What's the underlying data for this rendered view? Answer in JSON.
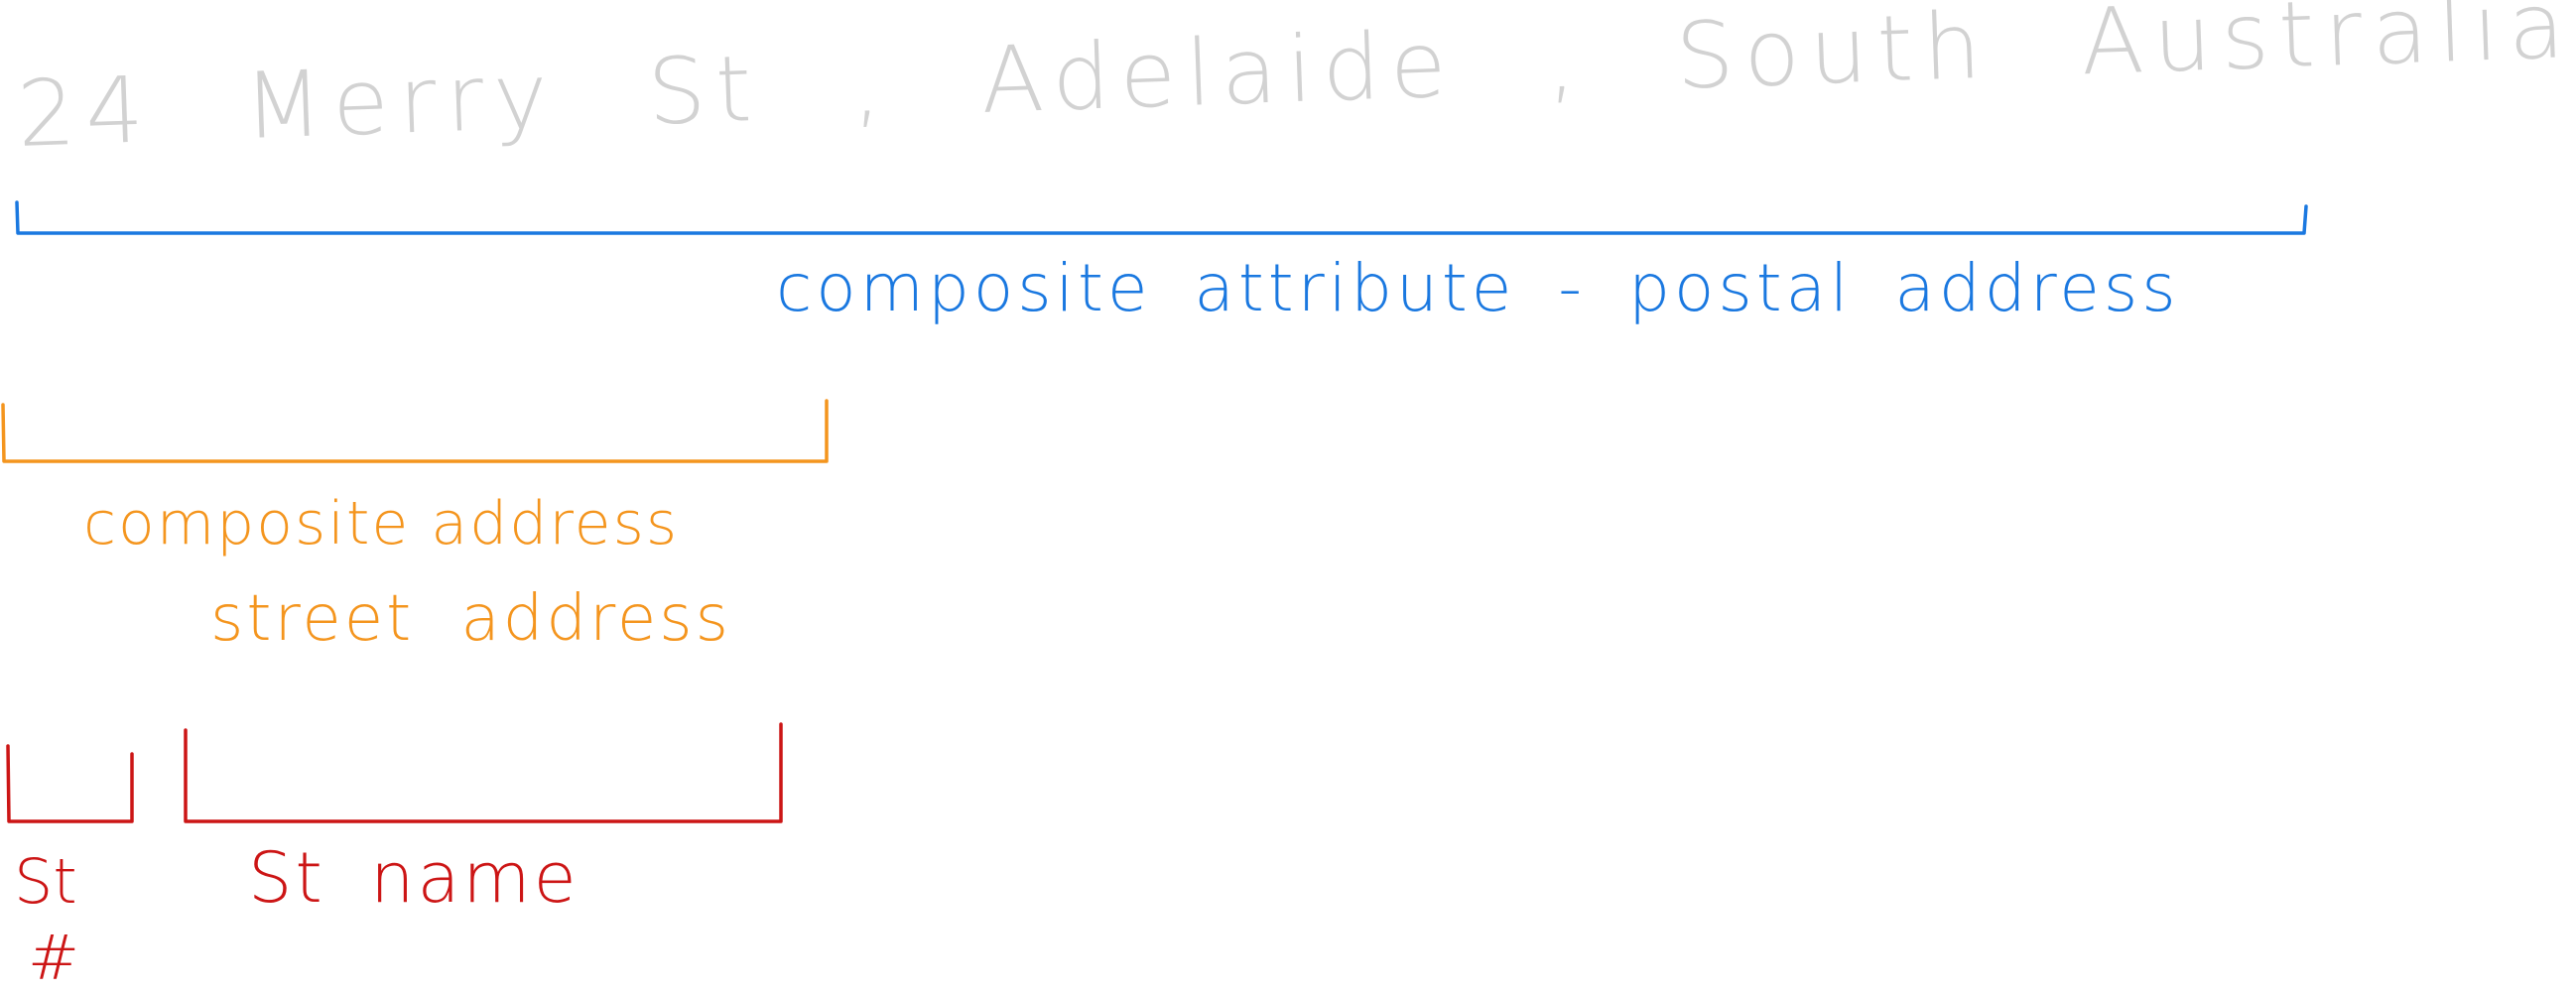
{
  "address_line": "24 Merry St , Adelaide , South Australia",
  "labels": {
    "postal": "composite attribute - postal address",
    "composite_address": "composite address",
    "street_address": "street address",
    "street_number": "St",
    "street_number_symbol": "#",
    "street_name": "St name"
  },
  "colors": {
    "address": "#d2d2d2",
    "postal": "#1a78e0",
    "street_address": "#f4951e",
    "street_parts": "#cc1515"
  }
}
